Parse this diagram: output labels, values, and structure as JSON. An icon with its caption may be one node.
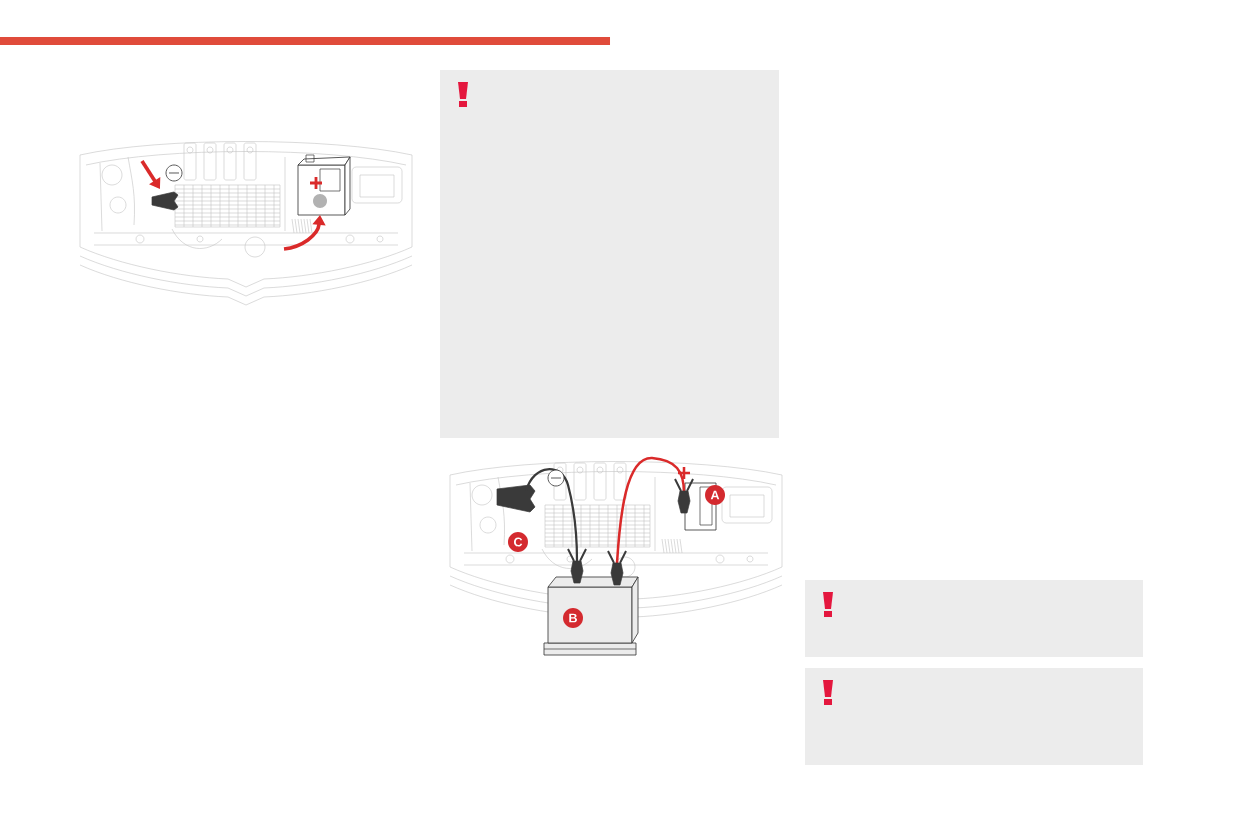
{
  "diagram": {
    "labels": [
      "A",
      "C",
      "B"
    ]
  }
}
